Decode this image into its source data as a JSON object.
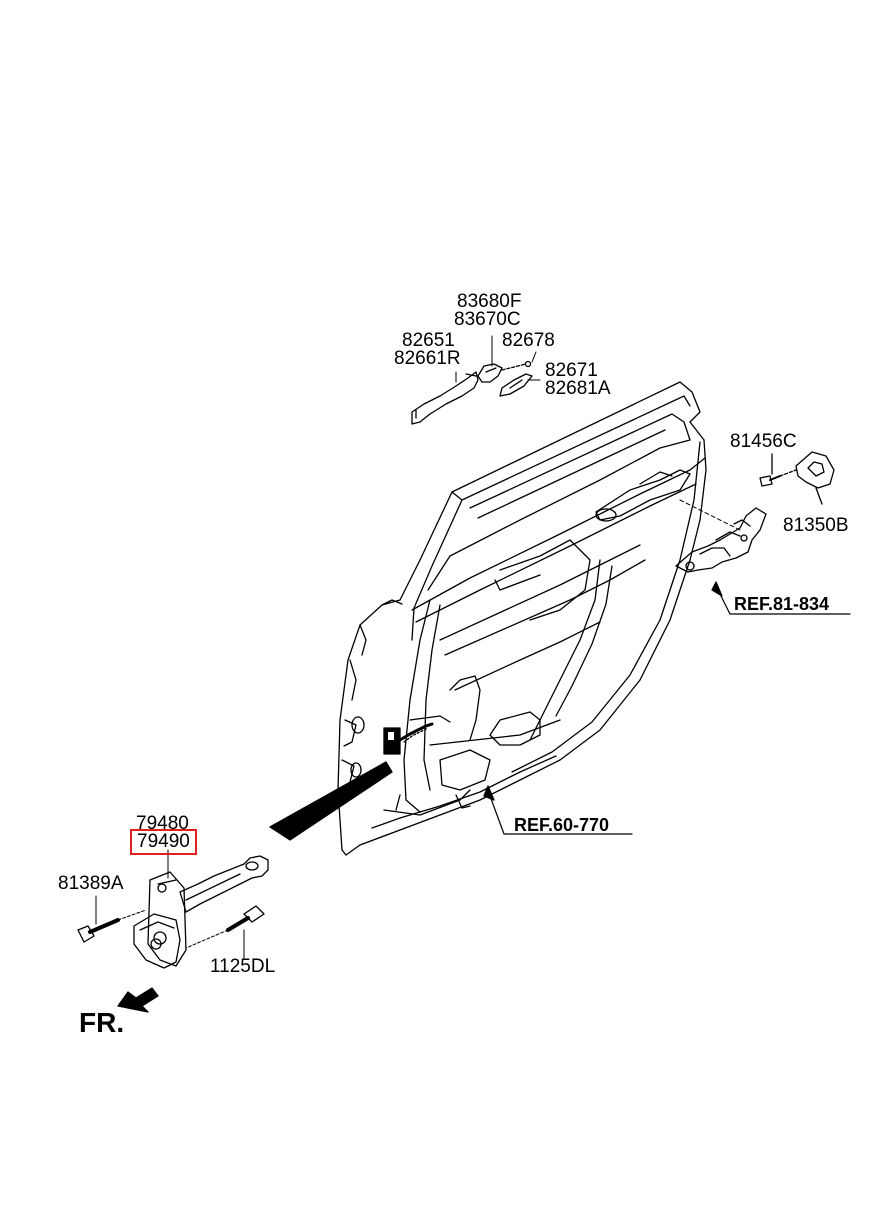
{
  "labels": {
    "p83680F": "83680F",
    "p83670C": "83670C",
    "p82651": "82651",
    "p82661R": "82661R",
    "p82678": "82678",
    "p82671": "82671",
    "p82681A": "82681A",
    "p81456C": "81456C",
    "p81350B": "81350B",
    "ref81834": "REF.81-834",
    "ref60770": "REF.60-770",
    "p79480": "79480",
    "p79490": "79490",
    "p81389A": "81389A",
    "p1125DL": "1125DL",
    "fr": "FR."
  },
  "highlight_color": "#e02020"
}
